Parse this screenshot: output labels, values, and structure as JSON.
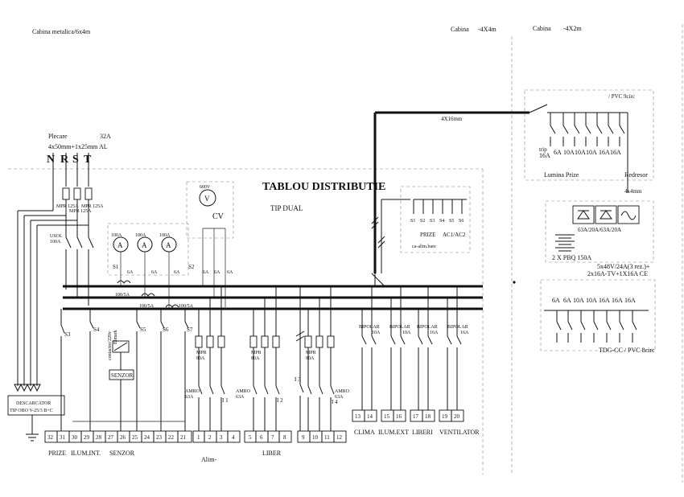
{
  "header": {
    "cabinet_left": "Cabina metalica/6x4m",
    "cabinet_mid": "Cabina",
    "cabinet_mid_cable": "-4X4m",
    "cabinet_right": "Cabina",
    "cabinet_right_cable": "-4X2m"
  },
  "feed": {
    "label": "Plecare",
    "current": "32A",
    "cable": "4x50mm+1x25mm AL",
    "phases": [
      "N",
      "R",
      "S",
      "T"
    ],
    "riser_cable": "4X16mm"
  },
  "title": {
    "main": "TABLOU DISTRIBUTIE",
    "sub": "TIP DUAL"
  },
  "left_panel": {
    "mpr_fuses": [
      "MPR 125A",
      "MPR 125A",
      "MPR 125A"
    ],
    "isolator": [
      "USOL",
      "100A"
    ],
    "arrester": [
      "DESCARCATOR",
      "TIP OBO V-25/3 B+C"
    ],
    "ammeters": [
      {
        "rating": "100A",
        "switch": "S1",
        "fuse": "6A"
      },
      {
        "rating": "100A",
        "switch": "",
        "fuse": "6A"
      },
      {
        "rating": "100A",
        "switch": "",
        "fuse": "6A"
      }
    ],
    "ct_labels": [
      "100/5A",
      "100/5A",
      "100/5A"
    ],
    "voltmeter": {
      "rating": "600V",
      "label": "CV",
      "switch": "S2",
      "fuses": [
        "6A",
        "6A",
        "6A"
      ]
    },
    "contactor": [
      "contactor/220v",
      "Elmark"
    ],
    "sensor": "SENZOR",
    "switches": [
      "S3",
      "S4",
      "S5",
      "S6",
      "S7"
    ],
    "amro_groups": [
      {
        "amro": [
          "AMRO",
          "63A"
        ],
        "mpr": [
          "MPR",
          "80A"
        ],
        "tag": "I 1"
      },
      {
        "amro": [
          "AMRO",
          "63A"
        ],
        "mpr": [
          "MPR",
          "80A"
        ],
        "tag": "I 2"
      },
      {
        "amro": [
          "AMRO",
          "63A"
        ],
        "mpr": [
          "MPR",
          "80A"
        ],
        "tag": "I 4"
      }
    ],
    "tag_i3": "I 3"
  },
  "bipolars": [
    {
      "name": "BIPOLAR",
      "rating": "10A"
    },
    {
      "name": "BIPOLAR",
      "rating": "10A"
    },
    {
      "name": "BIPOLAR",
      "rating": "16A"
    },
    {
      "name": "BIPOLAR",
      "rating": "16A"
    }
  ],
  "sockets_box": {
    "labels": [
      "S1",
      "S2",
      "S3",
      "S4",
      "S5",
      "S6"
    ],
    "prize": "PRIZE",
    "ac": "AC1/AC2",
    "caption": "ca-alim.bare"
  },
  "terminals": {
    "left": [
      "32",
      "31",
      "30",
      "29",
      "28",
      "27",
      "26",
      "25",
      "24",
      "23",
      "22",
      "21"
    ],
    "alim": [
      "1",
      "2",
      "3",
      "4"
    ],
    "liber": [
      "5",
      "6",
      "7",
      "8"
    ],
    "mid": [
      "9",
      "10",
      "11",
      "12"
    ],
    "pairs": [
      [
        "13",
        "14"
      ],
      [
        "15",
        "16"
      ],
      [
        "17",
        "18"
      ],
      [
        "19",
        "20"
      ]
    ]
  },
  "bottom_labels": {
    "prize": "PRIZE",
    "ilum_int": "ILUM.INT.",
    "senzor": "SENZOR",
    "alim": "Alim-",
    "liber": "LIBER",
    "clima": "CLIMA",
    "ilum_ext": "ILUM.EXT",
    "liberi": "LIBERI",
    "ventilator": "VENTILATOR"
  },
  "right_top": {
    "title": "/ PVC 9circ",
    "trip": [
      "trip",
      "16A"
    ],
    "ratings": [
      "6A",
      "10A",
      "10A",
      "10A",
      "16A",
      "16A"
    ],
    "lumina": "Lumina Prize",
    "redresor": "Redresor"
  },
  "right_mid": {
    "cable": "4x4mm",
    "ratings": "63A/20A/63A/20A",
    "battery": "2 X PBQ 150A",
    "spec_line1": "5x48V/24A(3 rez.)+",
    "spec_line2": "2x16A-TV+1X16A CE"
  },
  "right_bot": {
    "ratings": [
      "6A",
      "6A",
      "10A",
      "10A",
      "16A",
      "16A",
      "16A"
    ],
    "title": "TDG-CC / PVC 8circ"
  }
}
